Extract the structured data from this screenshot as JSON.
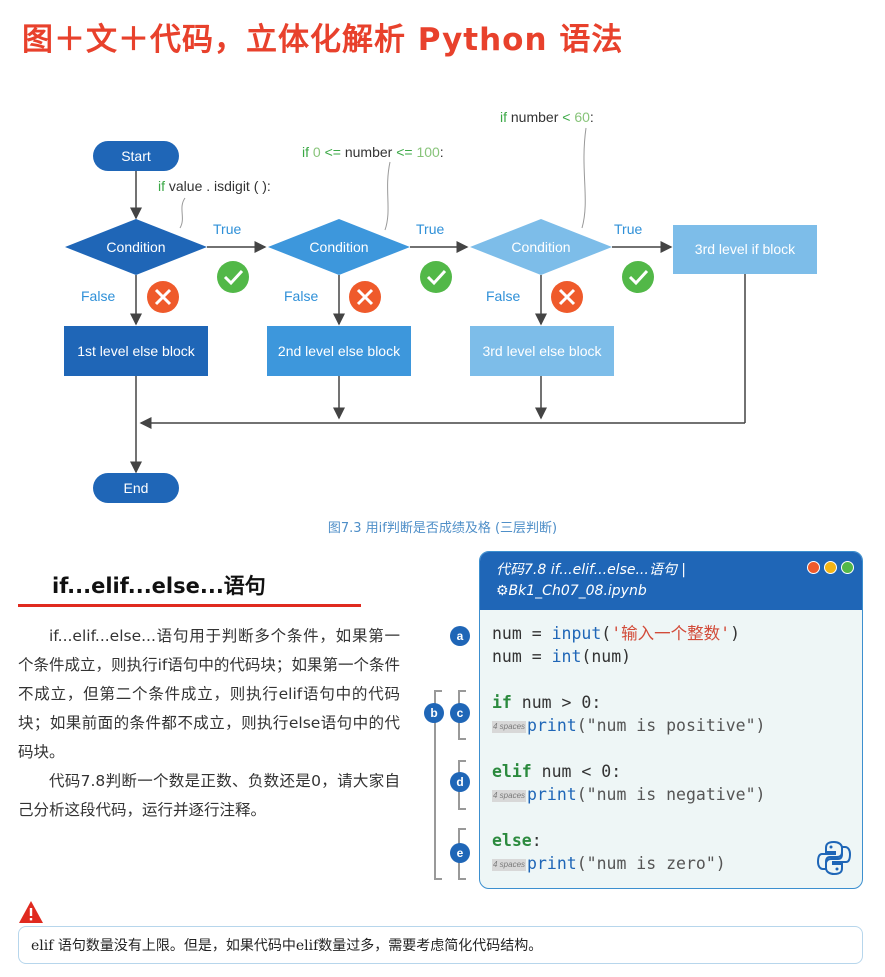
{
  "page_title": "图＋文＋代码，立体化解析 Python 语法",
  "flowchart": {
    "start": "Start",
    "end": "End",
    "conditions": [
      "Condition",
      "Condition",
      "Condition"
    ],
    "true_label": "True",
    "false_label": "False",
    "true_block": "3rd level if block",
    "else_blocks": [
      "1st level else block",
      "2nd level else block",
      "3rd level else block"
    ],
    "annotations": {
      "a1_kw": "if",
      "a1_rest": " value . isdigit ( ):",
      "a2_kw": "if",
      "a2_n1": "0",
      "a2_op1": "<=",
      "a2_var": "number",
      "a2_op2": "<=",
      "a2_n2": "100",
      "a2_colon": ":",
      "a3_kw": "if",
      "a3_var": "number",
      "a3_op": "<",
      "a3_n": "60",
      "a3_colon": ":"
    },
    "caption": "图7.3    用if判断是否成绩及格 (三层判断)",
    "colors": {
      "level1": "#1f66b7",
      "level2": "#3d97dc",
      "level3": "#7dbde9",
      "check": "#52b848",
      "cross": "#ef5a2b"
    }
  },
  "section": {
    "title": "if...elif...else...语句",
    "paragraph1": "if...elif...else...语句用于判断多个条件，如果第一个条件成立，则执行if语句中的代码块；如果第一个条件不成立，但第二个条件成立，则执行elif语句中的代码块；如果前面的条件都不成立，则执行else语句中的代码块。",
    "paragraph2": "代码7.8判断一个数是正数、负数还是0，请大家自己分析这段代码，运行并逐行注释。"
  },
  "code_card": {
    "header_line1": "代码7.8   if...elif...else...语句  |",
    "header_line2": "⚙Bk1_Ch07_08.ipynb",
    "window_dots": [
      "#ef5a2b",
      "#f3b516",
      "#52b848"
    ],
    "spaces_tag": "4 spaces",
    "lines": {
      "l1_a": "num = ",
      "l1_b": "input",
      "l1_c": "(",
      "l1_d": "'输入一个整数'",
      "l1_e": ")",
      "l2_a": "num = ",
      "l2_b": "int",
      "l2_c": "(num)",
      "l3_kw": "if",
      "l3_rest": " num > 0:",
      "l4_fn": "print",
      "l4_s": "(\"num is positive\")",
      "l5_kw": "elif",
      "l5_rest": " num < 0:",
      "l6_fn": "print",
      "l6_s": "(\"num is negative\")",
      "l7_kw": "else",
      "l7_rest": ":",
      "l8_fn": "print",
      "l8_s": "(\"num is zero\")"
    },
    "markers": [
      "a",
      "b",
      "c",
      "d",
      "e"
    ]
  },
  "note": "elif 语句数量没有上限。但是，如果代码中elif数量过多，需要考虑简化代码结构。"
}
